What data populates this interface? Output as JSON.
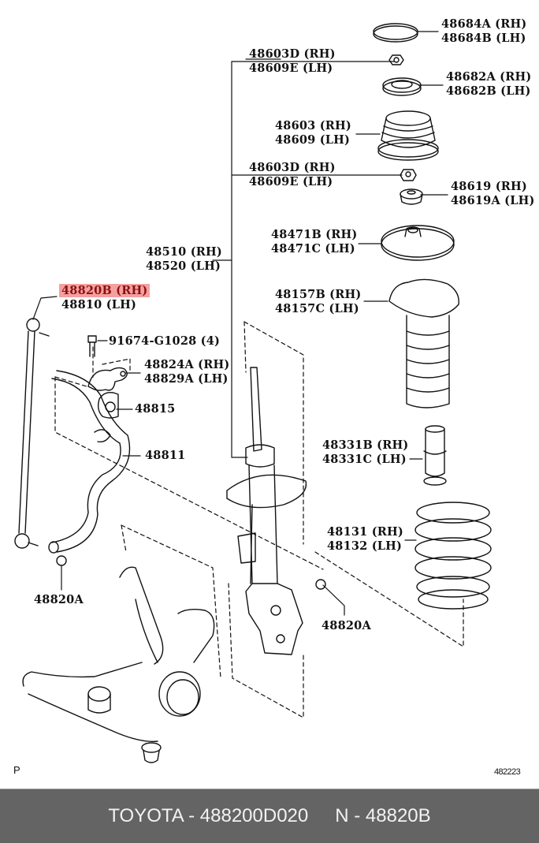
{
  "diagram": {
    "title": "Front suspension exploded parts diagram",
    "highlight_color": "#f4a0a0",
    "labels": [
      {
        "id": "48684",
        "lines": [
          "48684A (RH)",
          "48684B (LH)"
        ],
        "part": "support cap"
      },
      {
        "id": "48603D-top",
        "lines": [
          "48603D (RH)",
          "48609E (LH)"
        ],
        "part": "nut"
      },
      {
        "id": "48682",
        "lines": [
          "48682A (RH)",
          "48682B (LH)"
        ],
        "part": "seat"
      },
      {
        "id": "48603",
        "lines": [
          "48603 (RH)",
          "48609 (LH)"
        ],
        "part": "support assembly"
      },
      {
        "id": "48603D-mid",
        "lines": [
          "48603D (RH)",
          "48609E (LH)"
        ],
        "part": "nut"
      },
      {
        "id": "48619",
        "lines": [
          "48619 (RH)",
          "48619A (LH)"
        ],
        "part": "bearing"
      },
      {
        "id": "48471",
        "lines": [
          "48471B (RH)",
          "48471C (LH)"
        ],
        "part": "spring seat"
      },
      {
        "id": "48510",
        "lines": [
          "48510 (RH)",
          "48520 (LH)"
        ],
        "part": "shock absorber"
      },
      {
        "id": "48820B",
        "lines": [
          "48820B (RH)",
          "48810 (LH)"
        ],
        "part": "stabilizer link",
        "highlighted": true
      },
      {
        "id": "48157",
        "lines": [
          "48157B (RH)",
          "48157C (LH)"
        ],
        "part": "insulator boot"
      },
      {
        "id": "91674",
        "lines": [
          "91674-G1028 (4)"
        ],
        "part": "bolt"
      },
      {
        "id": "48824",
        "lines": [
          "48824A (RH)",
          "48829A (LH)"
        ],
        "part": "bracket"
      },
      {
        "id": "48815",
        "lines": [
          "48815"
        ],
        "part": "bushing"
      },
      {
        "id": "48811",
        "lines": [
          "48811"
        ],
        "part": "stabilizer bar"
      },
      {
        "id": "48331",
        "lines": [
          "48331B (RH)",
          "48331C (LH)"
        ],
        "part": "bump stopper"
      },
      {
        "id": "48131",
        "lines": [
          "48131 (RH)",
          "48132 (LH)"
        ],
        "part": "coil spring"
      },
      {
        "id": "48820A-left",
        "lines": [
          "48820A"
        ],
        "part": "nut"
      },
      {
        "id": "48820A-right",
        "lines": [
          "48820A"
        ],
        "part": "nut"
      }
    ],
    "corner_mark": "P",
    "figure_number": "482223"
  },
  "footer": {
    "brand_part": "TOYOTA - 488200D020",
    "ref_part": "N - 48820B",
    "background": "#646464"
  }
}
